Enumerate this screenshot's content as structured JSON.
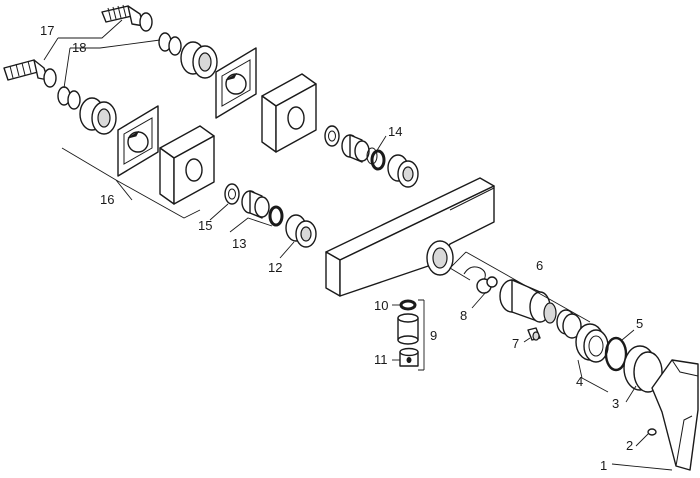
{
  "callouts": {
    "p1": "1",
    "p2": "2",
    "p3": "3",
    "p4": "4",
    "p5": "5",
    "p6": "6",
    "p7": "7",
    "p8": "8",
    "p9": "9",
    "p10": "10",
    "p11": "11",
    "p12": "12",
    "p13": "13",
    "p14": "14",
    "p15": "15",
    "p16": "16",
    "p17": "17",
    "p18": "18"
  },
  "colors": {
    "line": "#1a1a1a",
    "shade": "#d9d9d9",
    "background": "#ffffff"
  }
}
